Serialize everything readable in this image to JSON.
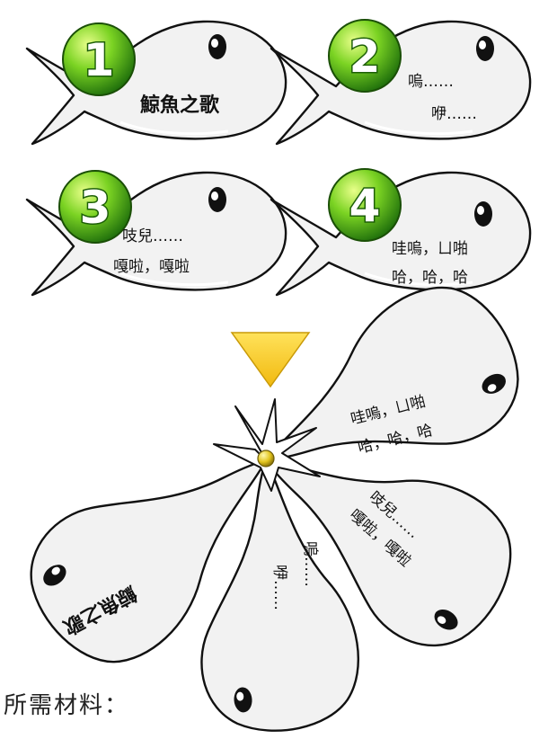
{
  "cards": [
    {
      "number": "1",
      "lines": [
        "鯨魚之歌"
      ]
    },
    {
      "number": "2",
      "lines": [
        "嗚……",
        "咿……"
      ]
    },
    {
      "number": "3",
      "lines": [
        "吱兒……",
        "嘎啦，嘎啦"
      ]
    },
    {
      "number": "4",
      "lines": [
        "哇嗚，ㄩ啪",
        "哈，哈，哈"
      ]
    }
  ],
  "fan": {
    "blade1": {
      "lines": [
        "鯨魚之歌"
      ]
    },
    "blade2": {
      "lines": [
        "嗚……",
        "咿……"
      ]
    },
    "blade3": {
      "lines": [
        "吱兒……",
        "嘎啦，嘎啦"
      ]
    },
    "blade4": {
      "lines": [
        "哇嗚，ㄩ啪",
        "哈，哈，哈"
      ]
    }
  },
  "footer": {
    "label": "所需材料："
  },
  "colors": {
    "badge_green": "#5cc21b",
    "badge_dark": "#1d6d0b",
    "arrow_yellow": "#f7cf1d",
    "card_fill": "#f2f2f2",
    "outline": "#111111"
  }
}
